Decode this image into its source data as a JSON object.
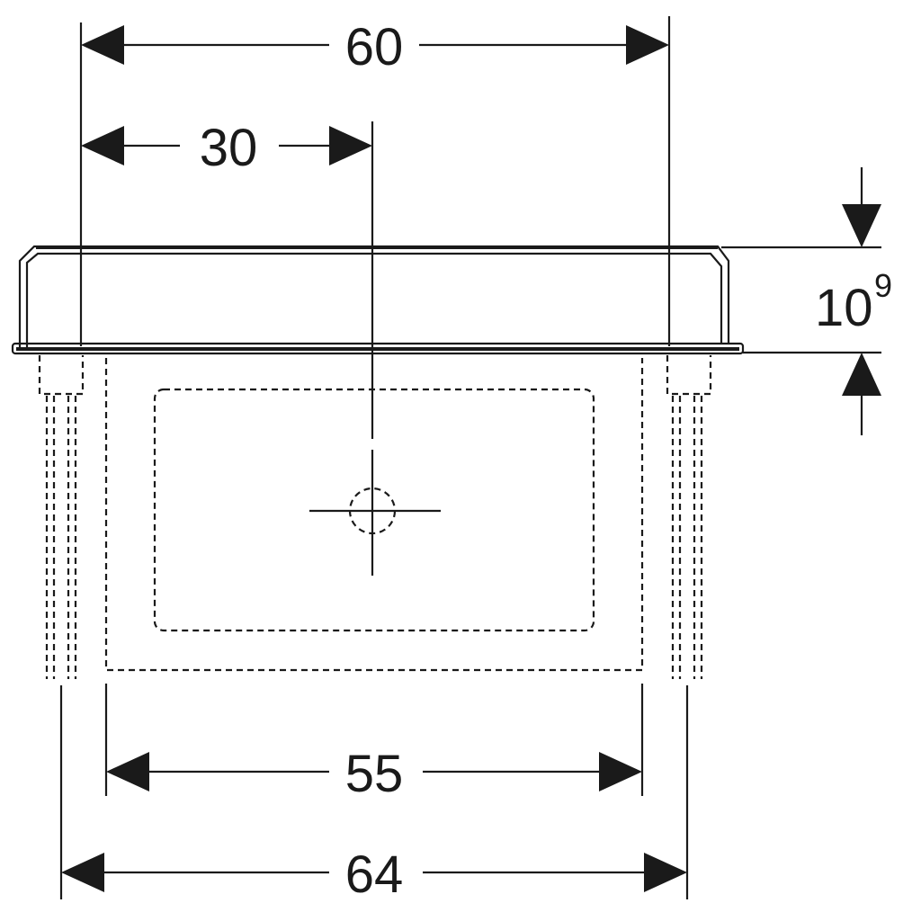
{
  "dimensions": {
    "top_width": "60",
    "center_offset": "30",
    "inner_width": "55",
    "outer_width": "64",
    "depth_base": "10",
    "depth_sup": "9"
  },
  "colors": {
    "line": "#1a1a1a",
    "background": "#ffffff"
  }
}
